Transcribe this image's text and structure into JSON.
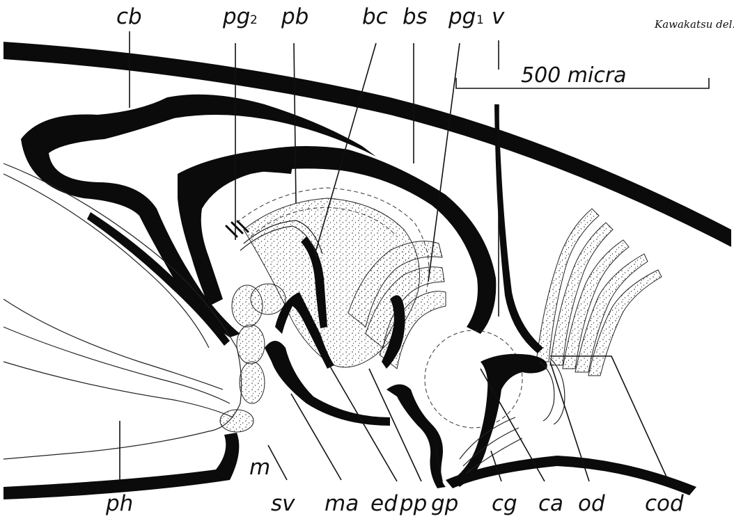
{
  "signature": "Kawakatsu del.",
  "scale_bar": {
    "label": "500 micra"
  },
  "labels": {
    "cb": "cb",
    "pg2": "pg",
    "pg2_sub": "2",
    "pb": "pb",
    "bc": "bc",
    "bs": "bs",
    "pg1": "pg",
    "pg1_sub": "1",
    "v": "v",
    "m": "m",
    "ph": "ph",
    "sv": "sv",
    "ma": "ma",
    "ed": "ed",
    "pp": "pp",
    "gp": "gp",
    "cg": "cg",
    "ca": "ca",
    "od": "od",
    "cod": "cod"
  }
}
